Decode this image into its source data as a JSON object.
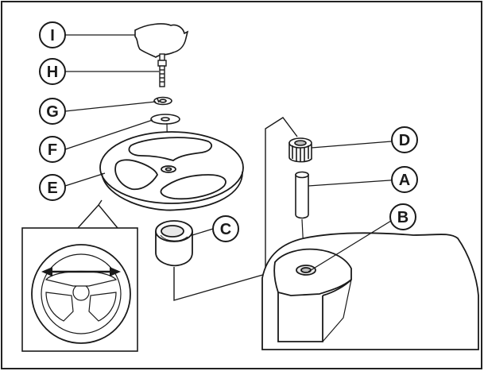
{
  "callouts": [
    {
      "id": "I",
      "text": "I"
    },
    {
      "id": "H",
      "text": "H"
    },
    {
      "id": "G",
      "text": "G"
    },
    {
      "id": "F",
      "text": "F"
    },
    {
      "id": "E",
      "text": "E"
    },
    {
      "id": "D",
      "text": "D"
    },
    {
      "id": "A",
      "text": "A"
    },
    {
      "id": "B",
      "text": "B"
    },
    {
      "id": "C",
      "text": "C"
    }
  ],
  "colors": {
    "line": "#1a1a1a",
    "fill": "#ffffff",
    "shade": "#e8e8e8",
    "deep_shade": "#bdbdbd"
  }
}
